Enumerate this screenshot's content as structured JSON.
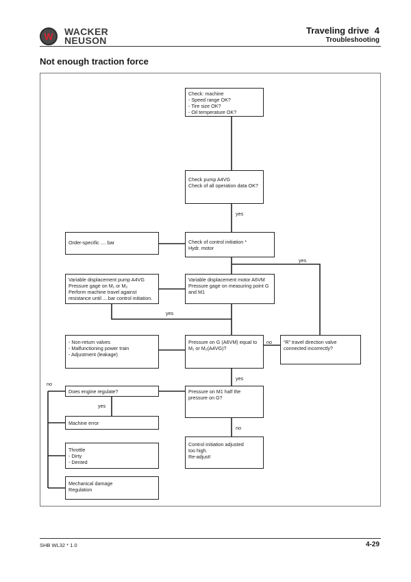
{
  "header": {
    "brand_line1": "WACKER",
    "brand_line2": "NEUSON",
    "logo_letter": "W",
    "chapter_title": "Traveling drive",
    "chapter_number": "4",
    "subtitle": "Troubleshooting"
  },
  "section_title": "Not enough traction force",
  "flowchart": {
    "boxes": {
      "check_machine": "Check: machine\n- Speed range OK?\n- Tire size OK?\n- Oil temperature OK?",
      "check_pump": "Check pump A4VG\nCheck of all operation data OK?",
      "order_specific": "Order-specific .... bar",
      "check_control": "Check of control initiation *\nHydr. motor",
      "var_pump": "Variable displacement pump A4VG\nPressure gage on M₁ or M₂\nPerform machine travel against\nresistance until ....bar control initiation.",
      "var_motor": "Variable displacement motor A6VM\nPressure gage on measuring point G\nand M1",
      "non_return": "- Non-return valves\n- Malfunctioning power train\n- Adjustment (leakage)",
      "pressure_g": "Pressure on G (A6VM) equal to\nM₁ or M₂(A4VG)?",
      "r_travel": "“R” travel direction valve\nconnected incorrectly?",
      "engine_regulate": "Does engine regulate?",
      "pressure_m1": "Pressure on M1 half the\npressure on G?",
      "machine_error": "Machine error",
      "control_adjusted": "Control initiation adjusted\ntoo high.\nRe-adjust!",
      "throttle": "Throttle\n- Dirty\n- Dented",
      "mechanical": "Mechanical damage\nRegulation"
    },
    "labels": {
      "yes_pump": "yes",
      "yes_right": "yes",
      "yes_left": "yes",
      "no_g": "no",
      "yes_g": "yes",
      "no_left": "no",
      "yes_engine": "yes",
      "no_m1": "no"
    }
  },
  "footer": {
    "doc_id": "SHB WL32 * 1.0",
    "page": "4-29"
  }
}
